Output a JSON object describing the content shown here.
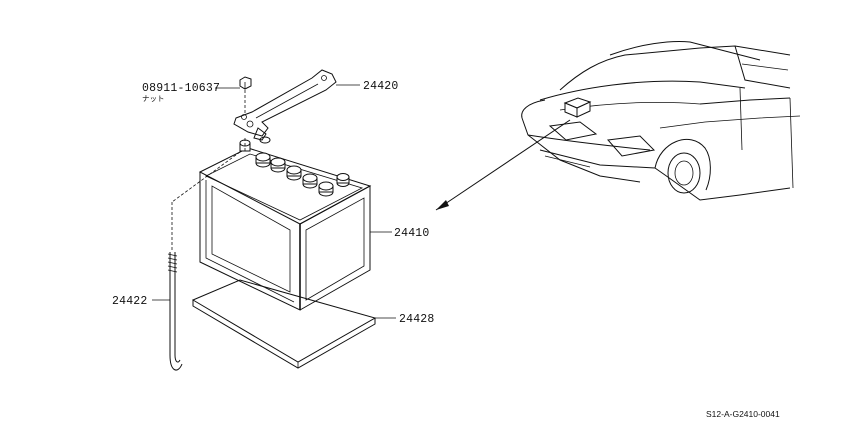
{
  "diagram": {
    "parts": [
      {
        "number": "08911-10637",
        "name": "ナット"
      },
      {
        "number": "24420"
      },
      {
        "number": "24410"
      },
      {
        "number": "24422"
      },
      {
        "number": "24428"
      }
    ],
    "reference": "S12-A-G2410-0041"
  }
}
